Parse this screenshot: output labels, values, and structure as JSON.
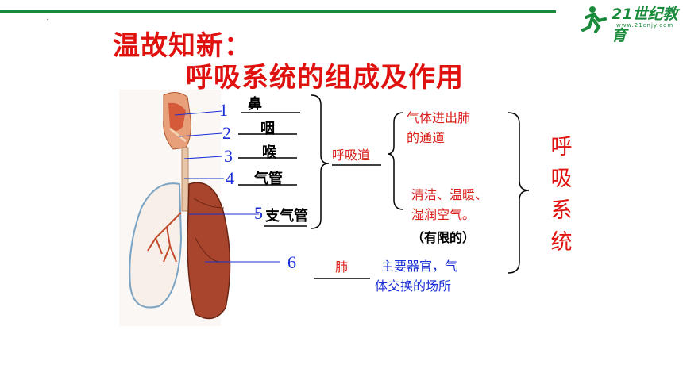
{
  "slide": {
    "title_line1": "温故知新：",
    "title_line2": "呼吸系统的组成及作用",
    "logo": {
      "brand": "21世纪教育",
      "sub": "www.21cnjy.com"
    },
    "labels": [
      {
        "num": "1",
        "organ": "鼻"
      },
      {
        "num": "2",
        "organ": "咽"
      },
      {
        "num": "3",
        "organ": "喉"
      },
      {
        "num": "4",
        "organ": "气管"
      },
      {
        "num": "5",
        "organ": "支气管"
      },
      {
        "num": "6",
        "organ": "肺"
      }
    ],
    "airway": "呼吸道",
    "airway_fn1": "气体进出肺的通道",
    "airway_fn1_l1": "气体进出肺",
    "airway_fn1_l2": "的通道",
    "airway_fn2_l1": "清洁、温暖、",
    "airway_fn2_l2": "湿润空气。",
    "limited": "（有限的）",
    "lung_fn_l1": "主要器官，气",
    "lung_fn_l2": "体交换的场所",
    "system": "呼吸系统",
    "system_chars": [
      "呼",
      "吸",
      "系",
      "统"
    ]
  },
  "colors": {
    "title": "#e0120f",
    "label_number": "#1a2fd6",
    "accent_green": "#1a8a3b"
  }
}
